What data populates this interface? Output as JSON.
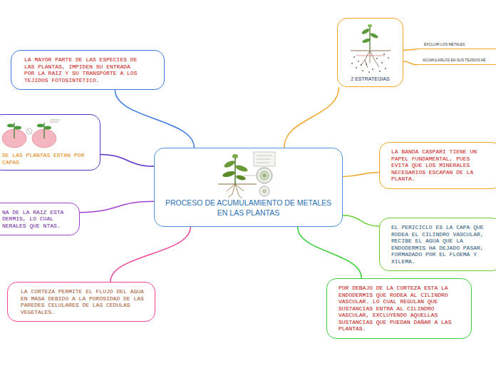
{
  "diagram": {
    "nodes": [
      {
        "text": [
          "PROCESO DE ACUMULAMIENTO DE METALES EN LAS PLANTAS"
        ]
      },
      {
        "text": [
          "2 ESTRATEGIAS"
        ]
      },
      {
        "text": [
          "EXCLUIR LOS METALES"
        ]
      },
      {
        "text": [
          "ACUMULARLOS EN SUS TEJIDOS AÉ"
        ]
      },
      {
        "text": [
          "LA BANDA CASPARI TIENE UN PAPEL FUNDAMENTAL, PUES EVITA QUE LOS MINERALES NECESARIOS ESCAPAN DE LA PLANTA."
        ]
      },
      {
        "text": [
          "EL PERICICLO ES LA CAPA QUE RODEA EL CILINDRO VASCULAR, RECIBE EL AGUA QUE LA ENDODERMIS HA DEJADO PASAR, FORMADADO POR EL FLOEMA Y XILEMA."
        ]
      },
      {
        "text": [
          "POR DEBAJO DE LA CORTEZA ESTA LA ENDODERMIS QUE RODEA AL CILINDRO VASCULAR. LO CUAL REGULAN QUE SUSTANCIAS ENTRA AL CILINDRO VASCULAR, EXCLUYENDO AQUELLAS SUSTANCIAS QUE PUEDAN DAÑAR A LAS PLANTAS."
        ]
      },
      {
        "text": [
          "LA CORTEZA PERMITE EL FLUJO DEL AGUA EN MASA DEBIDO A LA POROSIDAD DE LAS PAREDES CELULARES DE LAS CEDULAS VEGETALES."
        ]
      },
      {
        "text": [
          "NA DE LA RAIZ ESTA DERMIS, LO CUAL NERALES QUE NTAS."
        ]
      },
      {
        "text": [
          "DE LAS PLANTAS ESTAN POR CAPAS"
        ]
      },
      {
        "text": [
          "LA MAYOR PARTE DE LAS ESPECIES DE LAS PLANTAS, IMPIDEN SU ENTRADA POR LA RAIZ Y SU TRANSPORTE A LOS TEJIDOS FOTOSINTÉTICO."
        ]
      }
    ],
    "edges": [
      {
        "from": 0,
        "to": 1,
        "arrow": "none"
      },
      {
        "from": 1,
        "to": 2,
        "arrow": "none"
      },
      {
        "from": 1,
        "to": 3,
        "arrow": "none"
      },
      {
        "from": 0,
        "to": 4,
        "arrow": "none"
      },
      {
        "from": 0,
        "to": 5,
        "arrow": "none"
      },
      {
        "from": 0,
        "to": 6,
        "arrow": "none"
      },
      {
        "from": 0,
        "to": 7,
        "arrow": "none"
      },
      {
        "from": 0,
        "to": 8,
        "arrow": "none"
      },
      {
        "from": 0,
        "to": 9,
        "arrow": "none"
      },
      {
        "from": 0,
        "to": 10,
        "arrow": "none"
      }
    ]
  }
}
